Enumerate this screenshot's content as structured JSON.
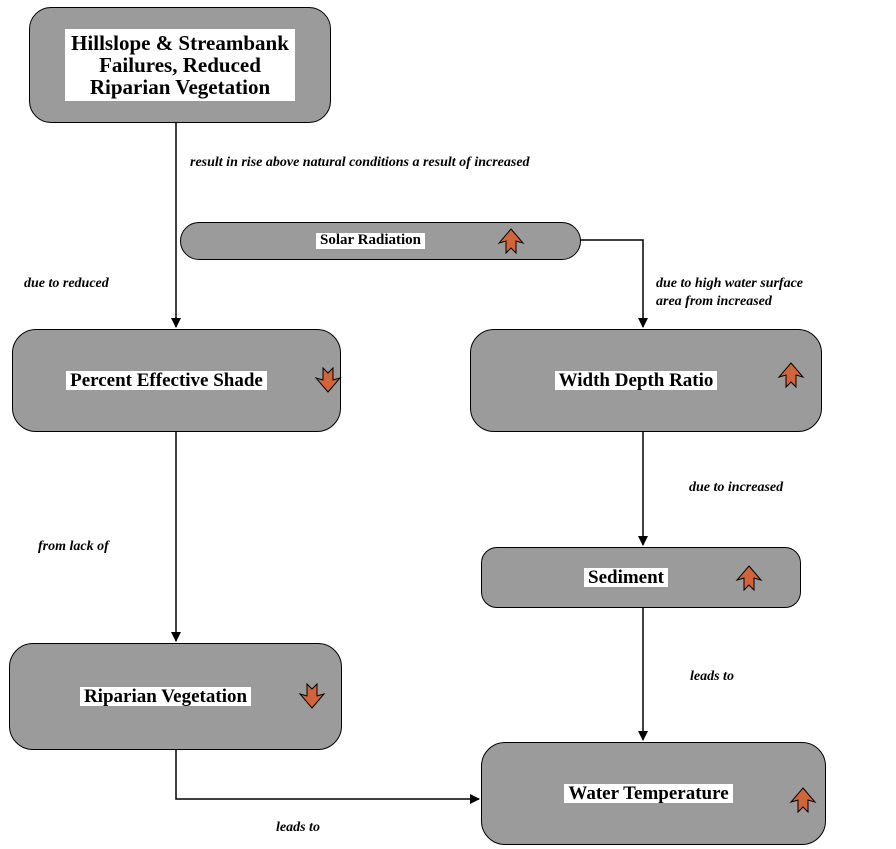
{
  "nodes": {
    "hillslope": "Hillslope & Streambank Failures, Reduced Riparian Vegetation",
    "solar": "Solar Radiation",
    "shade": "Percent Effective Shade",
    "width_depth": "Width Depth Ratio",
    "sediment": "Sediment",
    "riparian": "Riparian Vegetation",
    "water_temp": "Water Temperature"
  },
  "hillslope_lines": [
    "Hillslope & Streambank",
    "Failures, Reduced",
    "Riparian Vegetation"
  ],
  "edges": {
    "rise": "result in rise above natural conditions a result of increased",
    "due_reduced": "due to reduced",
    "due_high_1": "due to high water surface",
    "due_high_2": "area from increased",
    "due_increased": "due to increased",
    "from_lack": "from lack of",
    "leads_to_1": "leads to",
    "leads_to_2": "leads to"
  },
  "trends": {
    "solar": "up",
    "shade": "down",
    "width_depth": "up",
    "sediment": "up",
    "riparian": "down",
    "water_temp": "up"
  },
  "colors": {
    "node_fill": "#9b9b9b",
    "arrow_fill": "#d2643c"
  }
}
